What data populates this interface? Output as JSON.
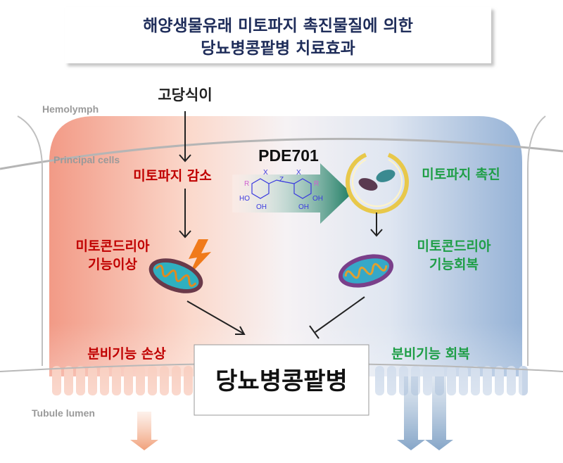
{
  "title": {
    "line1": "해양생물유래 미토파지 촉진물질에 의한",
    "line2": "당뇨병콩팥병 치료효과"
  },
  "regions": {
    "hemolymph": "Hemolymph",
    "principal_cells": "Principal cells",
    "tubule_lumen": "Tubule lumen"
  },
  "left_pathway": {
    "trigger": "고당식이",
    "mitophagy": "미토파지 감소",
    "mito_line1": "미토콘드리아",
    "mito_line2": "기능이상",
    "secretion": "분비기능 손상"
  },
  "compound": {
    "name": "PDE701",
    "x_label": "X",
    "z_label": "Z",
    "r_label": "R",
    "oh_label": "OH",
    "ho_label": "HO"
  },
  "right_pathway": {
    "mitophagy": "미토파지 촉진",
    "mito_line1": "미토콘드리아",
    "mito_line2": "기능회복",
    "secretion": "분비기능 회복"
  },
  "outcome": "당뇨병콩팥병",
  "colors": {
    "damage": "#c00000",
    "recovery": "#1e9e46",
    "title": "#1f2d5a"
  }
}
